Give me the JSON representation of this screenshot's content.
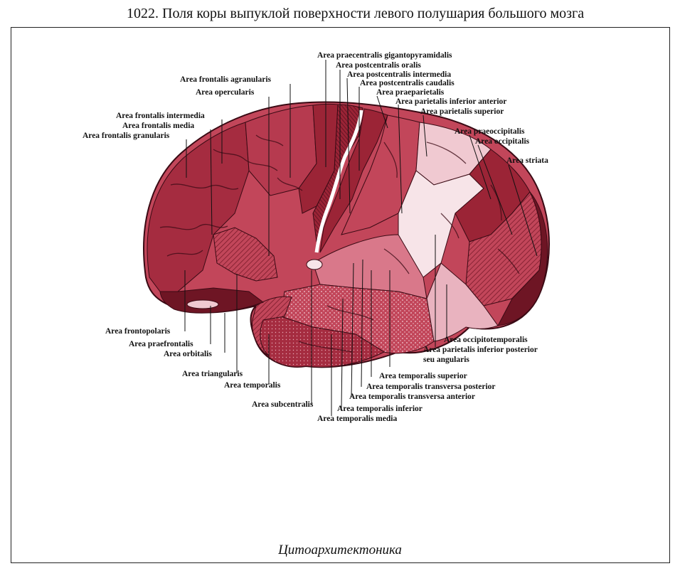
{
  "title": "1022. Поля коры выпуклой поверхности левого полушария большого мозга",
  "caption": "Цитоархитектоника",
  "labels": {
    "praecentralis_gigantopyramidalis": "Area praecentralis gigantopyramidalis",
    "postcentralis_oralis": "Area postcentralis oralis",
    "postcentralis_intermedia": "Area postcentralis intermedia",
    "postcentralis_caudalis": "Area postcentralis caudalis",
    "praeparietalis": "Area praeparietalis",
    "parietalis_inferior_anterior": "Area parietalis inferior anterior",
    "parietalis_superior": "Area parietalis superior",
    "praeoccipitalis": "Area praeoccipitalis",
    "occipitalis": "Area occipitalis",
    "striata": "Area striata",
    "frontalis_agranularis": "Area frontalis agranularis",
    "opercularis": "Area opercularis",
    "frontalis_intermedia": "Area frontalis intermedia",
    "frontalis_media": "Area frontalis media",
    "frontalis_granularis": "Area frontalis granularis",
    "frontopolaris": "Area frontopolaris",
    "praefrontalis": "Area praefrontalis",
    "orbitalis": "Area orbitalis",
    "triangularis": "Area triangularis",
    "temporalis": "Area temporalis",
    "subcentralis": "Area subcentralis",
    "temporalis_inferior": "Area temporalis inferior",
    "temporalis_media": "Area temporalis media",
    "temporalis_transversa_anterior": "Area temporalis transversa anterior",
    "temporalis_transversa_posterior": "Area temporalis transversa posterior",
    "temporalis_superior": "Area temporalis superior",
    "occipitotemporalis": "Area occipitotemporalis",
    "parietalis_inferior_posterior": "Area parietalis inferior posterior",
    "seu_angularis": "seu angularis"
  },
  "colors": {
    "dark_red": "#9b2436",
    "mid_red": "#c2465a",
    "light_red": "#d9788a",
    "pale_pink": "#f0c9d1",
    "very_pale": "#f7e4e8",
    "very_dark": "#6e1524"
  }
}
